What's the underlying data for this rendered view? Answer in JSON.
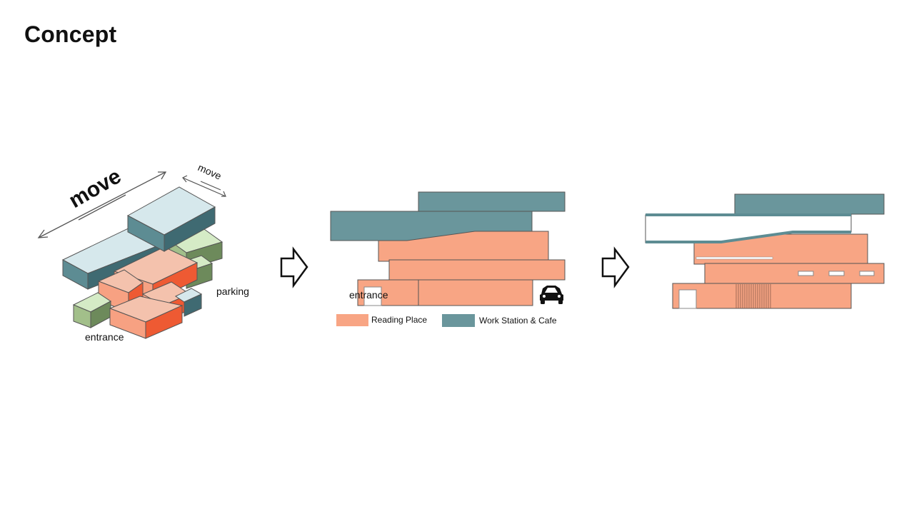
{
  "page": {
    "title": "Concept"
  },
  "diagram1": {
    "move_large": "move",
    "move_small": "move",
    "parking": "parking",
    "entrance": "entrance"
  },
  "diagram2": {
    "entrance": "entrance",
    "icon": "car-icon",
    "legend": [
      {
        "label": "Reading Place",
        "color": "#f8a584"
      },
      {
        "label": "Work Station & Cafe",
        "color": "#6a969c"
      }
    ]
  },
  "arrows": [
    "right-arrow-icon",
    "right-arrow-icon"
  ],
  "colors": {
    "teal_top": "#d6e8ec",
    "teal_side": "#3f6a72",
    "teal_front": "#5d8c93",
    "orange_top": "#f4c2ad",
    "orange_side": "#ee5a33",
    "orange_front": "#f7a182",
    "green_top": "#d5ebc6",
    "green_side": "#6d8a5b",
    "green_front": "#a2bf8a",
    "salmon": "#f8a584",
    "teal": "#6a969c"
  }
}
